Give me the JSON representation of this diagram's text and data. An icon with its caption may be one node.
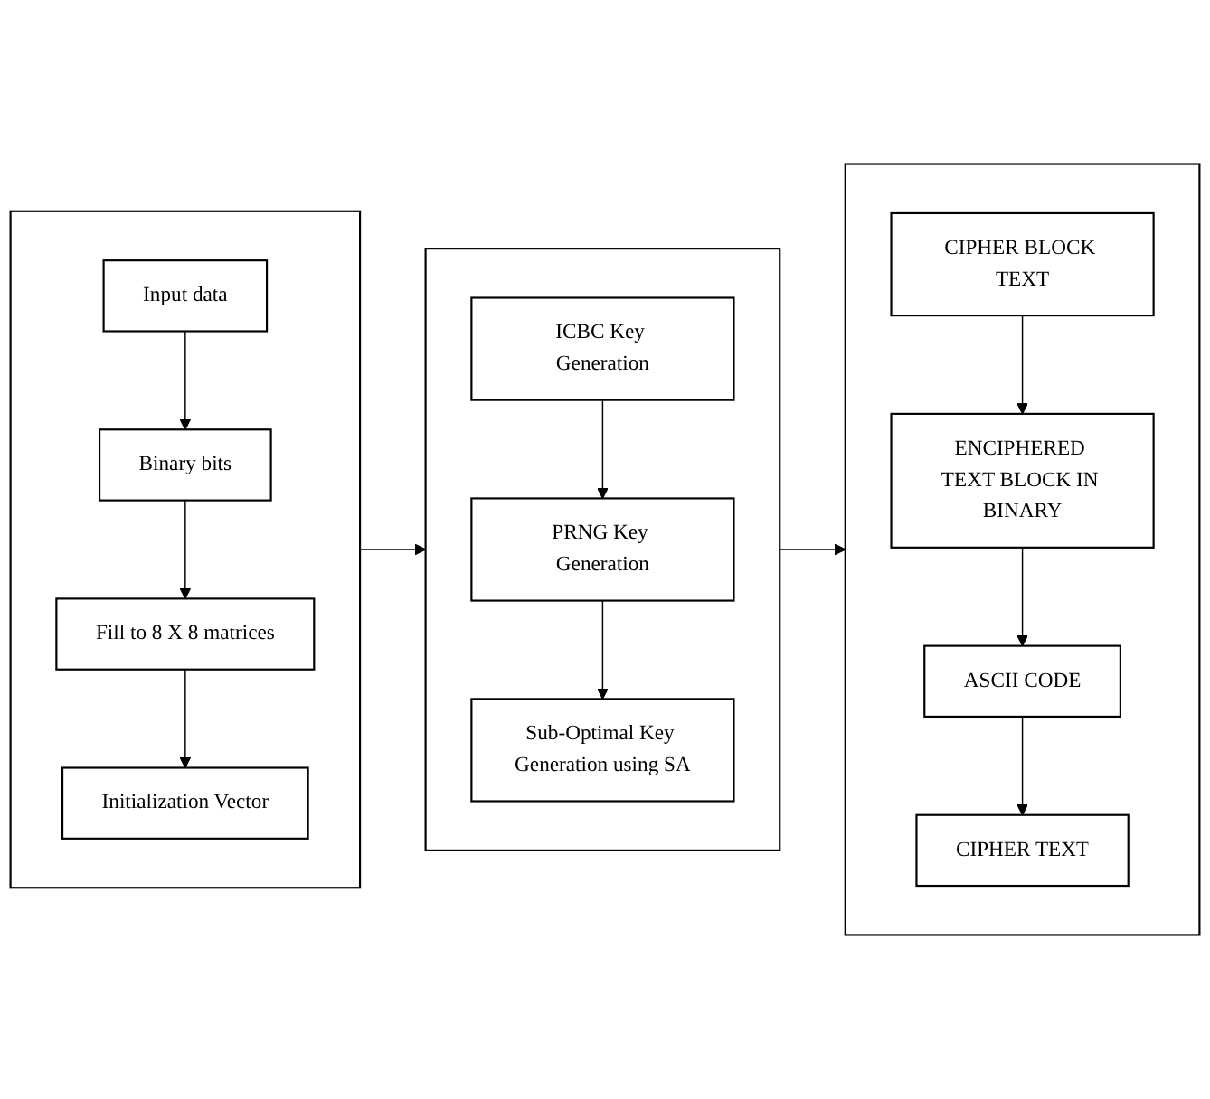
{
  "diagram": {
    "nodes": [
      {
        "text": [],
        "shape": "box"
      },
      {
        "text": [
          "Input data"
        ],
        "in": 0
      },
      {
        "text": [
          "Binary bits"
        ],
        "in": 0
      },
      {
        "text": [
          "Fill to 8 X 8 matrices"
        ],
        "in": 0
      },
      {
        "text": [
          "Initialization Vector"
        ],
        "in": 0
      },
      {
        "text": [],
        "shape": "box"
      },
      {
        "text": [
          "ICBC Key Generation"
        ],
        "in": 5
      },
      {
        "text": [
          "PRNG Key Generation"
        ],
        "in": 5
      },
      {
        "text": [
          "Sub-Optimal Key Generation using SA"
        ],
        "in": 5
      },
      {
        "text": [],
        "shape": "box"
      },
      {
        "text": [
          "CIPHER BLOCK TEXT"
        ],
        "in": 9
      },
      {
        "text": [
          "ENCIPHERED TEXT BLOCK IN BINARY"
        ],
        "in": 9
      },
      {
        "text": [
          "ASCII CODE"
        ],
        "in": 9
      },
      {
        "text": [
          "CIPHER TEXT"
        ],
        "in": 9
      }
    ],
    "edges": [
      {
        "from": 1,
        "to": 2,
        "arrow": "to"
      },
      {
        "from": 2,
        "to": 3,
        "arrow": "to"
      },
      {
        "from": 3,
        "to": 4,
        "arrow": "to"
      },
      {
        "from": 0,
        "to": 5,
        "arrow": "to"
      },
      {
        "from": 6,
        "to": 7,
        "arrow": "to"
      },
      {
        "from": 7,
        "to": 8,
        "arrow": "to"
      },
      {
        "from": 5,
        "to": 9,
        "arrow": "to"
      },
      {
        "from": 10,
        "to": 11,
        "arrow": "to"
      },
      {
        "from": 11,
        "to": 12,
        "arrow": "to"
      },
      {
        "from": 12,
        "to": 13,
        "arrow": "to"
      }
    ]
  }
}
